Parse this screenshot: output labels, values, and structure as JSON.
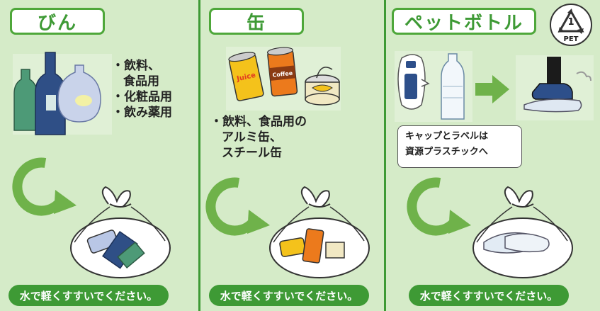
{
  "panels": {
    "bottles": {
      "title": "びん",
      "bullets": [
        "・飲料、",
        "食品用",
        "・化粧品用",
        "・飲み薬用"
      ],
      "footer": "水で軽くすすいでください。"
    },
    "cans": {
      "title": "缶",
      "bullets": [
        "・飲料、食品用の",
        "アルミ缶、",
        "スチール缶"
      ],
      "footer": "水で軽くすすいでください。"
    },
    "pet": {
      "title": "ペットボトル",
      "recycle_mark": {
        "number": "1",
        "label": "PET"
      },
      "callout": [
        "キャップとラベルは",
        "資源プラスチックへ"
      ],
      "footer": "水で軽くすすいでください。"
    }
  },
  "can_labels": {
    "juice": "Juice",
    "coffee": "Coffee"
  },
  "colors": {
    "background": "#d5ebc8",
    "green": "#3e9a35",
    "title_border": "#4ea73a"
  }
}
